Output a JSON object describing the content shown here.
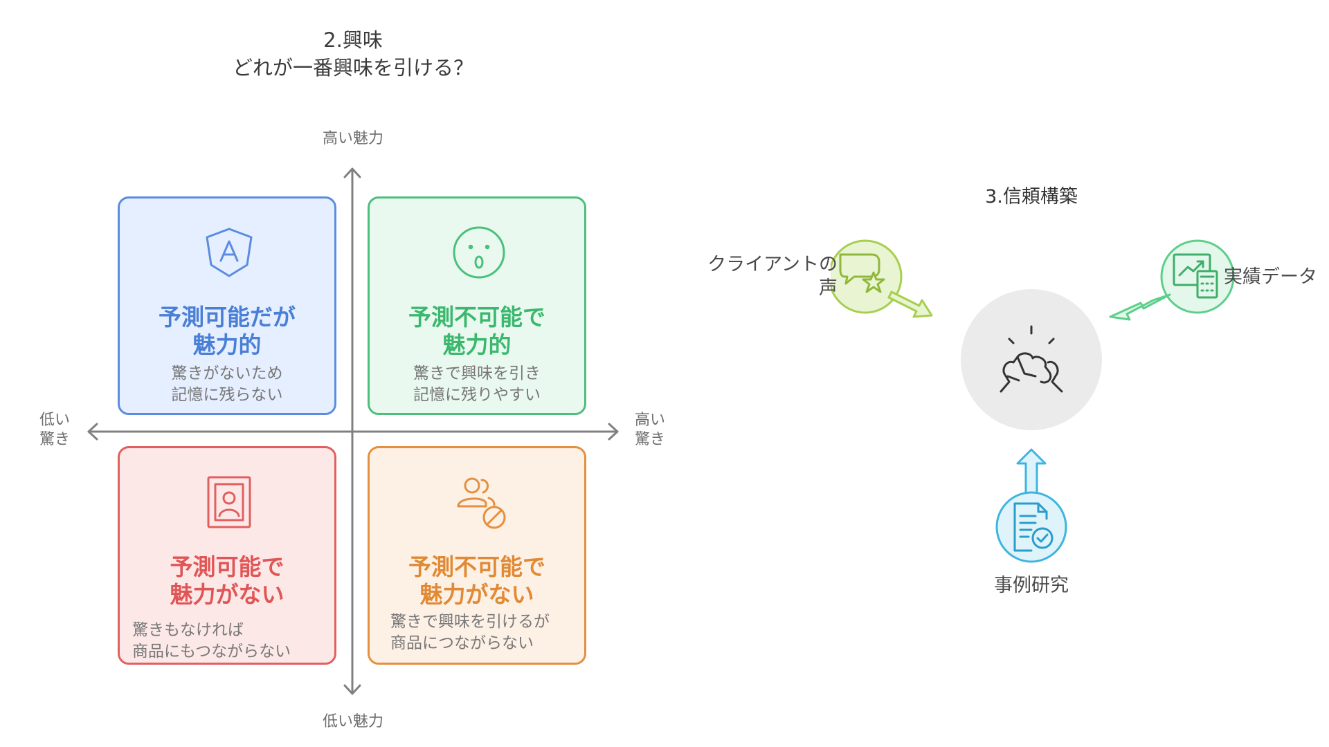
{
  "section2": {
    "title_line1": "2.興味",
    "title_line2": "どれが一番興味を引ける？"
  },
  "matrix": {
    "axis_top": "高い魅力",
    "axis_bottom": "低い魅力",
    "axis_left_line1": "低い",
    "axis_left_line2": "驚き",
    "axis_right_line1": "高い",
    "axis_right_line2": "驚き",
    "quadrants": [
      {
        "title_line1": "予測可能だが",
        "title_line2": "魅力的",
        "desc_line1": "驚きがないため",
        "desc_line2": "記憶に残らない",
        "icon": "angular-shield-icon",
        "color": "#5b8ce0"
      },
      {
        "title_line1": "予測不可能で",
        "title_line2": "魅力的",
        "desc_line1": "驚きで興味を引き",
        "desc_line2": "記憶に残りやすい",
        "icon": "surprised-face-icon",
        "color": "#4cbf7c"
      },
      {
        "title_line1": "予測可能で",
        "title_line2": "魅力がない",
        "desc_line1": "驚きもなければ",
        "desc_line2": "商品にもつながらない",
        "icon": "portrait-frame-icon",
        "color": "#e06060"
      },
      {
        "title_line1": "予測不可能で",
        "title_line2": "魅力がない",
        "desc_line1": "驚きで興味を引けるが",
        "desc_line2": "商品につながらない",
        "icon": "users-blocked-icon",
        "color": "#e49040"
      }
    ]
  },
  "section3": {
    "title": "3.信頼構築",
    "center_icon": "handshake-icon",
    "inputs": [
      {
        "label_line1": "クライアントの",
        "label_line2": "声",
        "icon": "chat-star-icon",
        "color": "#a6cf4e"
      },
      {
        "label_line1": "実績データ",
        "icon": "chart-calculator-icon",
        "color": "#5ccf8a"
      },
      {
        "label_line1": "事例研究",
        "icon": "document-check-icon",
        "color": "#3eb4e0"
      }
    ]
  }
}
